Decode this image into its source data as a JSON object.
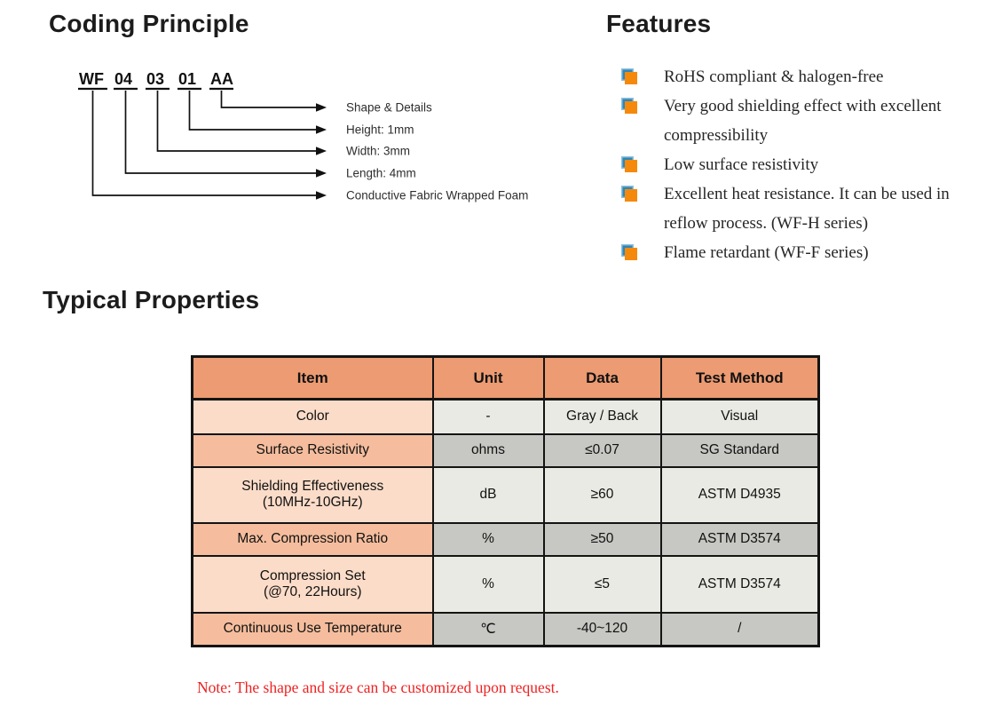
{
  "coding": {
    "title": "Coding Principle",
    "code_parts": [
      "WF",
      "04",
      "03",
      "01",
      "AA"
    ],
    "labels": [
      "Shape & Details",
      "Height: 1mm",
      "Width: 3mm",
      "Length: 4mm",
      "Conductive Fabric Wrapped Foam"
    ]
  },
  "features": {
    "title": "Features",
    "bullet_front_color": "#f5890b",
    "bullet_back_color": "#2e86b8",
    "items": [
      "RoHS compliant & halogen-free",
      "Very good shielding effect with excellent compressibility",
      "Low surface resistivity",
      "Excellent heat resistance. It can be used in reflow process. (WF-H series)",
      "Flame retardant (WF-F series)"
    ]
  },
  "properties": {
    "title": "Typical Properties",
    "table": {
      "headers": [
        "Item",
        "Unit",
        "Data",
        "Test Method"
      ],
      "rows": [
        {
          "item": "Color",
          "unit": "-",
          "data": "Gray / Back",
          "method": "Visual"
        },
        {
          "item": "Surface Resistivity",
          "unit": "ohms",
          "data": "≤0.07",
          "method": "SG Standard"
        },
        {
          "item": "Shielding Effectiveness\n(10MHz-10GHz)",
          "unit": "dB",
          "data": "≥60",
          "method": "ASTM D4935"
        },
        {
          "item": "Max. Compression Ratio",
          "unit": "%",
          "data": "≥50",
          "method": "ASTM D3574"
        },
        {
          "item": "Compression Set\n(@70, 22Hours)",
          "unit": "%",
          "data": "≤5",
          "method": "ASTM D3574"
        },
        {
          "item": "Continuous Use Temperature",
          "unit": "℃",
          "data": "-40~120",
          "method": "/"
        }
      ],
      "colors": {
        "header_bg": "#ec9b72",
        "item_row_light": "#fbdcc8",
        "item_row_dark": "#f5bd9d",
        "value_row_light": "#eaeae4",
        "value_row_dark": "#c7c7c3",
        "border": "#141414"
      }
    },
    "note": "Note: The shape and size can be customized upon request."
  }
}
